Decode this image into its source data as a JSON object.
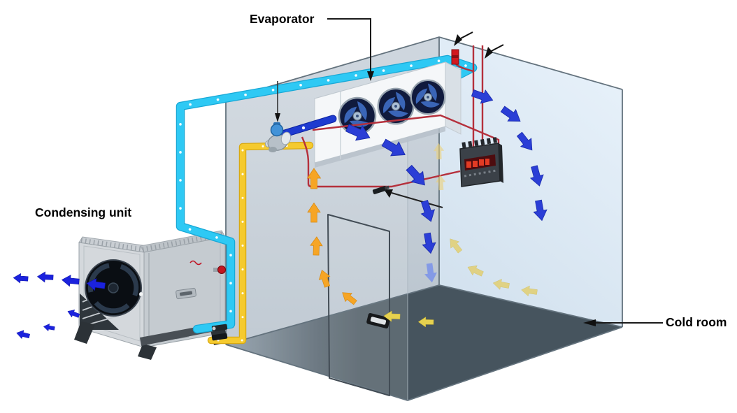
{
  "diagram": {
    "labels": {
      "evaporator": "Evaporator",
      "condensing_unit": "Condensing unit",
      "cold_room": "Cold room"
    },
    "components": [
      {
        "name": "cold-room",
        "description": "Isometric cold room with semi-transparent walls, dark floor and access door"
      },
      {
        "name": "evaporator-unit",
        "description": "Wall-mounted evaporator with three axial fans blowing cold air into the room"
      },
      {
        "name": "condensing-unit",
        "description": "Outdoor condensing unit with large axial fan exhausting to the left"
      },
      {
        "name": "expansion-valve",
        "description": "Thermostatic expansion valve between liquid line and evaporator"
      },
      {
        "name": "controller-box",
        "description": "Wall-mounted refrigeration controller with red display"
      },
      {
        "name": "door",
        "description": "Cold room door with recessed handle"
      },
      {
        "name": "roof-sensor",
        "description": "Red sensor fitting at roof penetration"
      },
      {
        "name": "room-sensor",
        "description": "Small black sensor on rear wall"
      }
    ],
    "lines": [
      {
        "name": "suction-line-pipe",
        "color": "#2cc4ef"
      },
      {
        "name": "liquid-line-pipe",
        "color": "#f3c52c"
      },
      {
        "name": "evaporator-feed-pipe",
        "color": "#1e3bd0"
      },
      {
        "name": "electrical-wiring",
        "color": "#b5303c"
      }
    ],
    "airflow": [
      {
        "name": "cold-air-supply-arrows",
        "color": "#2b3ed6"
      },
      {
        "name": "warm-return-air-arrows",
        "color": "#f6a525"
      },
      {
        "name": "floor-return-air-arrows",
        "color": "#e6d14f"
      },
      {
        "name": "condenser-exhaust-arrows",
        "color": "#1b22dd"
      }
    ],
    "colors": {
      "left_wall": "#c6cfd8",
      "right_wall": "#dde9f4",
      "floor_dark": "#47555f",
      "floor_light": "#8a99a5",
      "background": "#ffffff",
      "label_text": "#000000"
    }
  }
}
